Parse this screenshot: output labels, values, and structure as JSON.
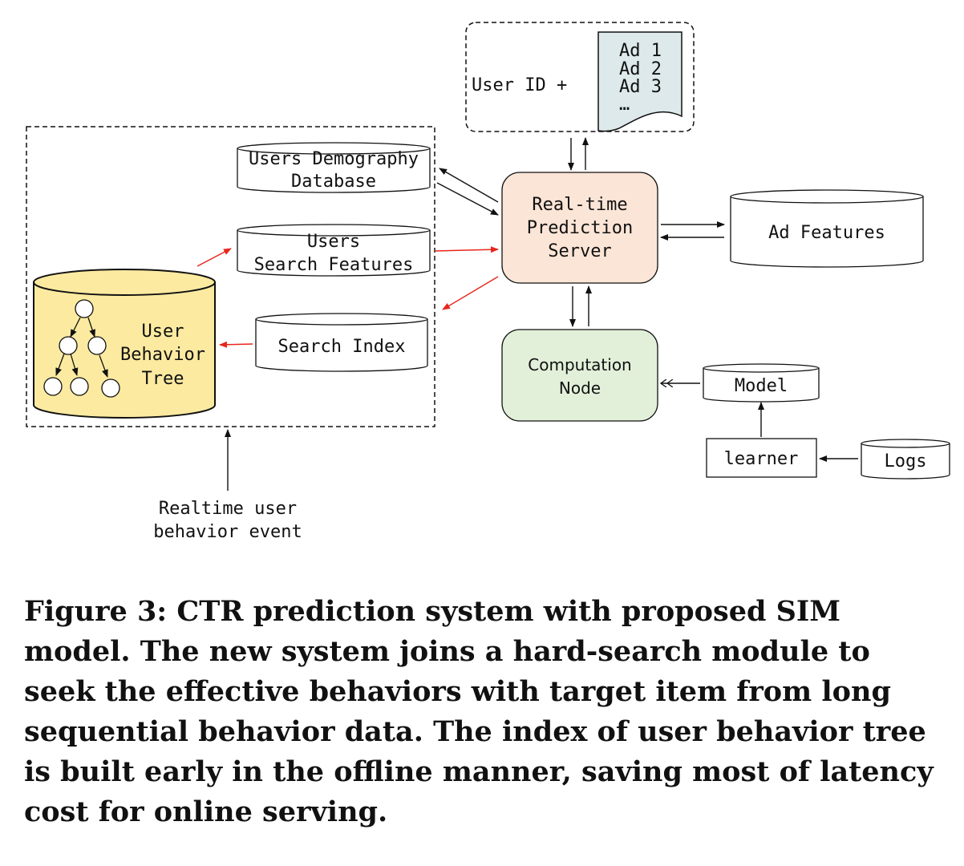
{
  "ad_list": {
    "prefix": "User ID +",
    "items": [
      "Ad 1",
      "Ad 2",
      "Ad 3",
      "…"
    ]
  },
  "nodes": {
    "users_demography": [
      "Users Demography",
      "Database"
    ],
    "users_search_features": [
      "Users",
      "Search Features"
    ],
    "search_index": "Search Index",
    "user_behavior_tree": [
      "User",
      "Behavior",
      "Tree"
    ],
    "prediction_server": [
      "Real-time",
      "Prediction",
      "Server"
    ],
    "ad_features": "Ad Features",
    "computation_node": [
      "Computation",
      "Node"
    ],
    "model": "Model",
    "learner": "learner",
    "logs": "Logs",
    "realtime_event": [
      "Realtime user",
      "behavior event"
    ]
  },
  "colors": {
    "server_fill": "#fbe5d6",
    "computation_fill": "#e2f0d9",
    "tree_fill": "#fbeaa0",
    "ad_doc_fill": "#dde9ea",
    "red_arrow": "#e8261c"
  },
  "caption": "Figure 3: CTR prediction system with proposed SIM model. The new system joins a hard-search module to seek the effective behaviors with target item from long sequential behavior data. The index of user behavior tree is built early in the offline manner, saving most of latency cost for online serving."
}
